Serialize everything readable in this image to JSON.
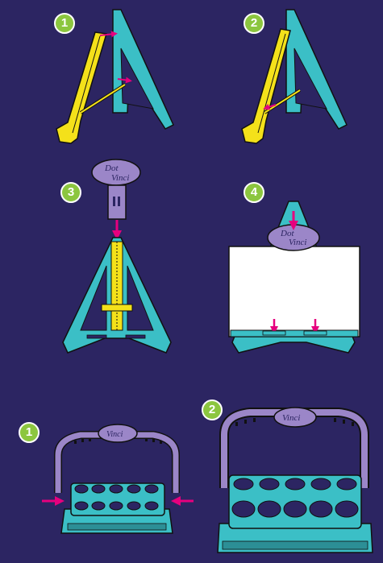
{
  "colors": {
    "background": "#2c2562",
    "teal": "#3bbfc6",
    "yellow": "#f4e11a",
    "purple": "#9b86c8",
    "badge_green": "#8cc63f",
    "arrow_pink": "#e6007e"
  },
  "steps_top": [
    {
      "number": "1"
    },
    {
      "number": "2"
    },
    {
      "number": "3"
    },
    {
      "number": "4"
    }
  ],
  "steps_bottom": [
    {
      "number": "1"
    },
    {
      "number": "2"
    }
  ],
  "logo": {
    "line1": "Dot",
    "line2": "Vinci"
  }
}
